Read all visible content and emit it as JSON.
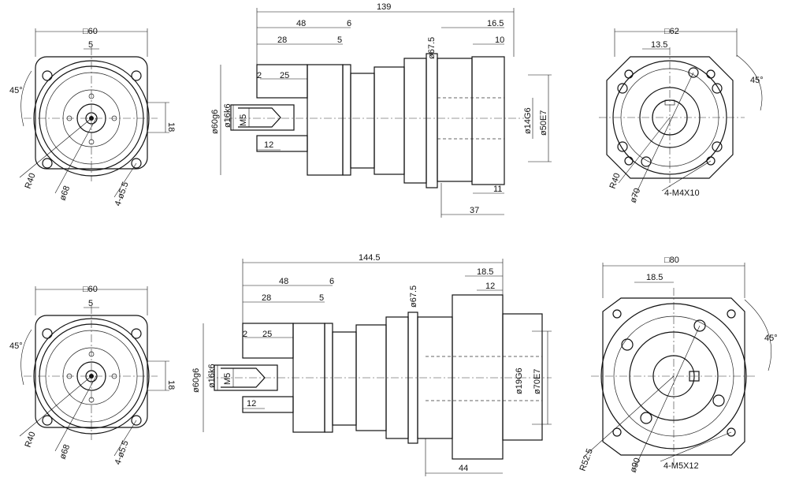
{
  "top_row": {
    "input_flange": {
      "square": "□60",
      "offset": "5",
      "angle": "45°",
      "height": "18",
      "radius": "R40",
      "pitch_dia": "ø68",
      "holes": "4-ø5.5"
    },
    "side_view": {
      "overall_length": "139",
      "length_48": "48",
      "length_6": "6",
      "length_28": "28",
      "length_5": "5",
      "dia_67_5": "ø67.5",
      "length_16_5": "16.5",
      "length_10": "10",
      "length_2": "2",
      "length_25": "25",
      "dia_60g6": "ø60g6",
      "dia_16k6": "ø16k6",
      "thread_m5": "M5",
      "length_12": "12",
      "dia_14G6": "ø14G6",
      "dia_50E7": "ø50E7",
      "length_11": "11",
      "length_37": "37"
    },
    "output_flange": {
      "square": "□62",
      "offset": "13.5",
      "angle": "45°",
      "radius": "R40",
      "pitch_dia": "ø70",
      "holes": "4-M4X10"
    }
  },
  "bottom_row": {
    "input_flange": {
      "square": "□60",
      "offset": "5",
      "angle": "45°",
      "height": "18",
      "radius": "R40",
      "pitch_dia": "ø68",
      "holes": "4-ø5.5"
    },
    "side_view": {
      "overall_length": "144.5",
      "length_48": "48",
      "length_6": "6",
      "length_28": "28",
      "length_5": "5",
      "dia_67_5": "ø67.5",
      "length_18_5": "18.5",
      "length_12_top": "12",
      "length_2": "2",
      "length_25": "25",
      "dia_60g6": "ø60g6",
      "dia_16k6": "ø16k6",
      "thread_m5": "M5",
      "length_12": "12",
      "dia_19G6": "ø19G6",
      "dia_70E7": "ø70E7",
      "length_44": "44"
    },
    "output_flange": {
      "square": "□80",
      "offset": "18.5",
      "angle": "45°",
      "radius": "R52.5",
      "pitch_dia": "ø90",
      "holes": "4-M5X12"
    }
  }
}
